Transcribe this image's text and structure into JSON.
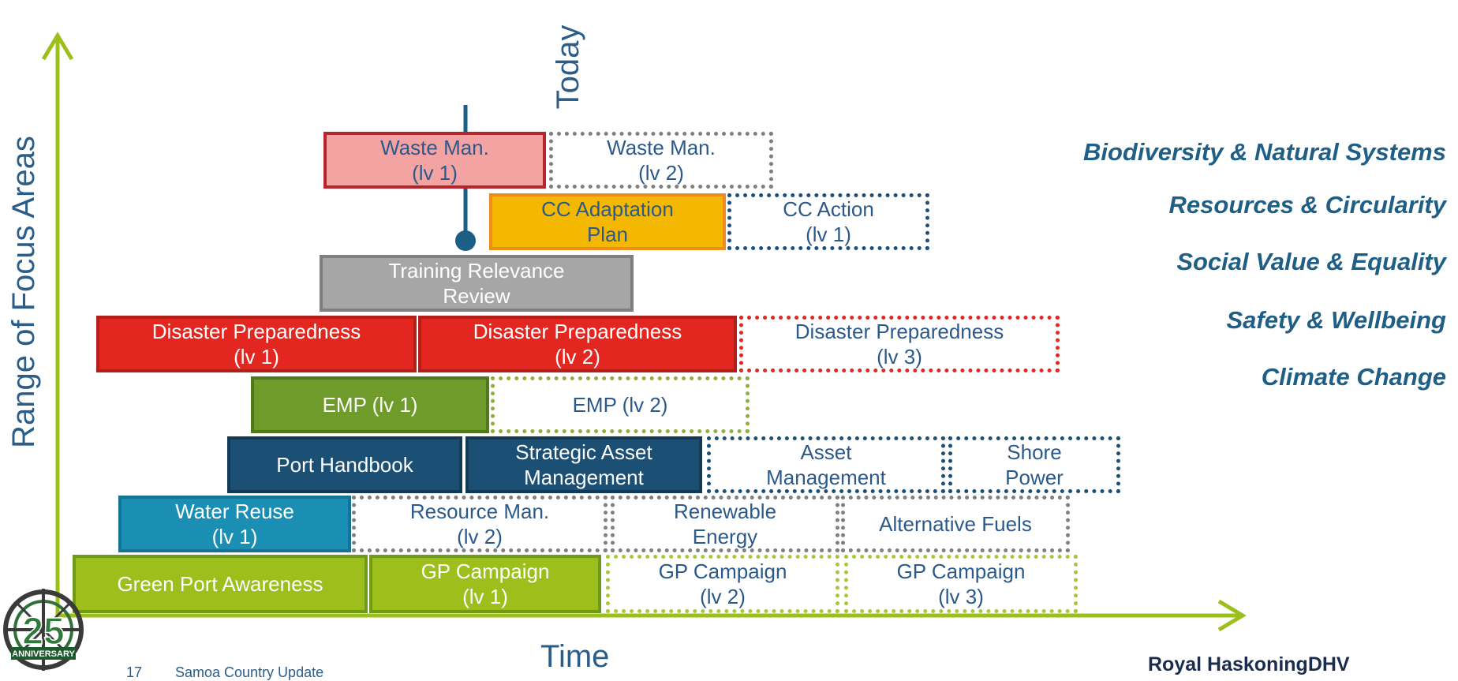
{
  "axes": {
    "y_label": "Range of Focus Areas",
    "x_label": "Time",
    "today_label": "Today"
  },
  "boxes": [
    {
      "label": "Waste Man.\n(lv 1)",
      "fill": "#f4a3a3",
      "border": "#b5262c",
      "style": "solid",
      "text": "#2b5a8a"
    },
    {
      "label": "Waste Man.\n(lv 2)",
      "border": "#7f7f7f",
      "style": "dotted"
    },
    {
      "label": "CC Adaptation\nPlan",
      "fill": "#f5b800",
      "border": "#f08c1e",
      "style": "solid",
      "text": "#2b5a8a"
    },
    {
      "label": "CC Action\n(lv 1)",
      "border": "#1d4f7a",
      "style": "dotted"
    },
    {
      "label": "Training Relevance\nReview",
      "fill": "#a6a6a6",
      "border": "#7f7f7f",
      "style": "solid"
    },
    {
      "label": "Disaster Preparedness\n(lv 1)",
      "fill": "#e3261f",
      "border": "#b2201a",
      "style": "solid"
    },
    {
      "label": "Disaster Preparedness\n(lv 2)",
      "fill": "#e3261f",
      "border": "#b2201a",
      "style": "solid"
    },
    {
      "label": "Disaster Preparedness\n(lv 3)",
      "border": "#e3261f",
      "style": "dotted"
    },
    {
      "label": "EMP (lv 1)",
      "fill": "#6e9b2a",
      "border": "#4f7a1b",
      "style": "solid"
    },
    {
      "label": "EMP (lv 2)",
      "border": "#8fae3b",
      "style": "dotted"
    },
    {
      "label": "Port Handbook",
      "fill": "#1b4f74",
      "border": "#123a57",
      "style": "solid"
    },
    {
      "label": "Strategic Asset\nManagement",
      "fill": "#1b4f74",
      "border": "#123a57",
      "style": "solid"
    },
    {
      "label": "Asset\nManagement",
      "border": "#1b4f74",
      "style": "dotted"
    },
    {
      "label": "Shore\nPower",
      "border": "#1b4f74",
      "style": "dotted"
    },
    {
      "label": "Water Reuse\n(lv 1)",
      "fill": "#1a8fb3",
      "border": "#157494",
      "style": "solid"
    },
    {
      "label": "Resource Man.\n(lv 2)",
      "border": "#7f7f7f",
      "style": "dotted"
    },
    {
      "label": "Renewable\nEnergy",
      "border": "#7f7f7f",
      "style": "dotted"
    },
    {
      "label": "Alternative Fuels",
      "border": "#7f7f7f",
      "style": "dotted"
    },
    {
      "label": "Green Port Awareness",
      "fill": "#9dbf1c",
      "border": "#6f9a1a",
      "style": "solid"
    },
    {
      "label": "GP Campaign\n(lv 1)",
      "fill": "#9dbf1c",
      "border": "#6f9a1a",
      "style": "solid"
    },
    {
      "label": "GP Campaign\n(lv 2)",
      "border": "#a8c83a",
      "style": "dotted"
    },
    {
      "label": "GP Campaign\n(lv 3)",
      "border": "#a8c83a",
      "style": "dotted"
    }
  ],
  "focus_areas": [
    "Biodiversity & Natural Systems",
    "Resources & Circularity",
    "Social Value & Equality",
    "Safety & Wellbeing",
    "Climate Change"
  ],
  "footer": {
    "page_number": "17",
    "title": "Samoa Country Update",
    "brand": "Royal HaskoningDHV",
    "badge_number": "25",
    "badge_text": "ANNIVERSARY"
  },
  "colors": {
    "axis": "#9dbf1c",
    "text_blue": "#2c5d87",
    "today_line": "#1b5f86"
  }
}
